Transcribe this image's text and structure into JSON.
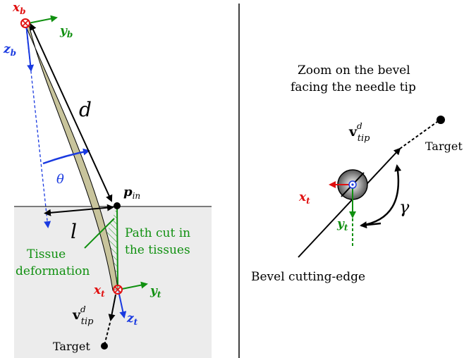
{
  "labels": {
    "xb": "x",
    "xb_sub": "b",
    "yb": "y",
    "yb_sub": "b",
    "zb": "z",
    "zb_sub": "b",
    "d": "d",
    "theta": "θ",
    "p_in": "p",
    "p_in_sub": "in",
    "l": "l",
    "path_cut_line1": "Path cut in",
    "path_cut_line2": "the tissues",
    "tissue_def_line1": "Tissue",
    "tissue_def_line2": "deformation",
    "xt": "x",
    "xt_sub": "t",
    "yt": "y",
    "yt_sub": "t",
    "zt": "z",
    "zt_sub": "t",
    "v_tip": "v",
    "v_tip_sup": "d",
    "v_tip_sub": "tip",
    "target_left": "Target",
    "zoom_line1": "Zoom on the bevel",
    "zoom_line2": "facing the needle tip",
    "v_tip_r": "v",
    "v_tip_r_sup": "d",
    "v_tip_r_sub": "tip",
    "target_right": "Target",
    "xt_r": "x",
    "xt_r_sub": "t",
    "yt_r": "y",
    "yt_r_sub": "t",
    "gamma": "γ",
    "bevel_edge": "Bevel cutting-edge"
  },
  "colors": {
    "red": "#e01010",
    "green": "#109010",
    "blue": "#1a3ae0",
    "needle": "#c8c49c",
    "tissue": "#ececec",
    "black": "#000000"
  }
}
